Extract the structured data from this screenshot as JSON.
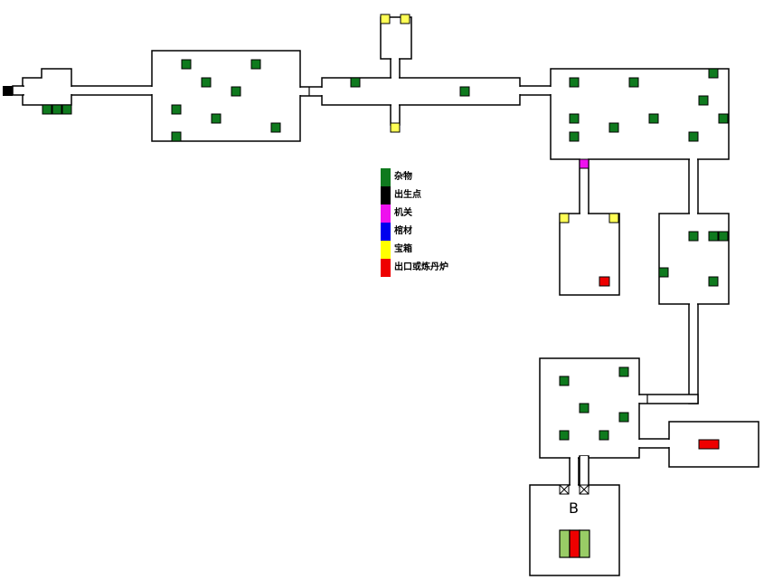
{
  "legend": {
    "items": [
      {
        "label": "杂物",
        "color": "#0f7a1e"
      },
      {
        "label": "出生点",
        "color": "#000000"
      },
      {
        "label": "机关",
        "color": "#ee11ee"
      },
      {
        "label": "棺材",
        "color": "#0000ee"
      },
      {
        "label": "宝箱",
        "color": "#ffff00"
      },
      {
        "label": "出口或炼丹炉",
        "color": "#ee0000"
      }
    ]
  },
  "boss_room": {
    "label": "B"
  },
  "colors": {
    "wall": "#000000",
    "floor": "#ffffff",
    "sundries": "#0f7a1e",
    "spawn": "#000000",
    "mechanism": "#ee11ee",
    "coffin": "#0000ee",
    "chest": "#ffff55",
    "exit": "#ee0000",
    "furnace_side": "#99cc66"
  }
}
